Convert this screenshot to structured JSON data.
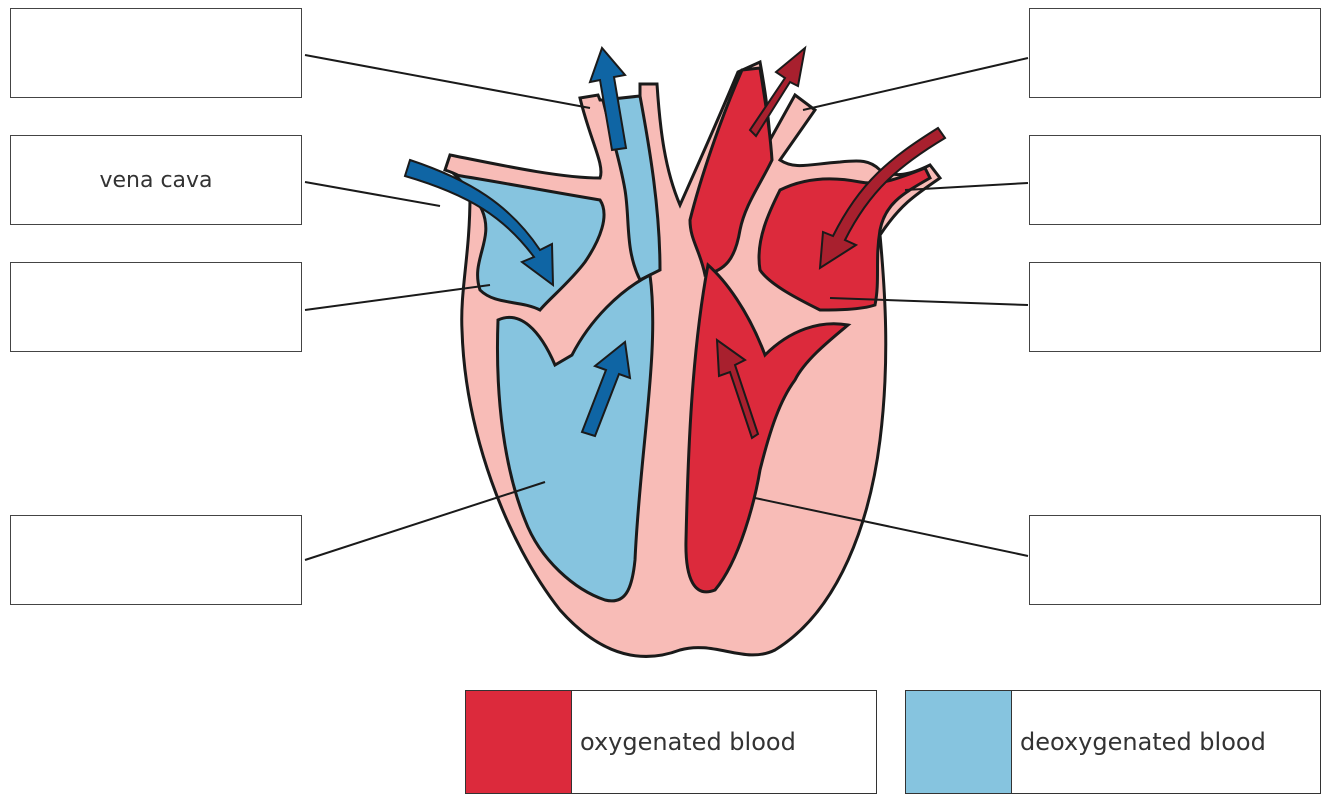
{
  "labels": {
    "left": [
      "",
      "vena cava",
      "",
      ""
    ],
    "right": [
      "",
      "",
      "",
      ""
    ]
  },
  "legend": {
    "oxygenated": {
      "text": "oxygenated blood",
      "color": "#dc2a3c"
    },
    "deoxygenated": {
      "text": "deoxygenated blood",
      "color": "#86c4df"
    }
  },
  "colors": {
    "heart_wall": "#f8bcb7",
    "outline": "#1a1a1a",
    "arrow_blue": "#0f65a4",
    "arrow_red": "#a8202e"
  }
}
